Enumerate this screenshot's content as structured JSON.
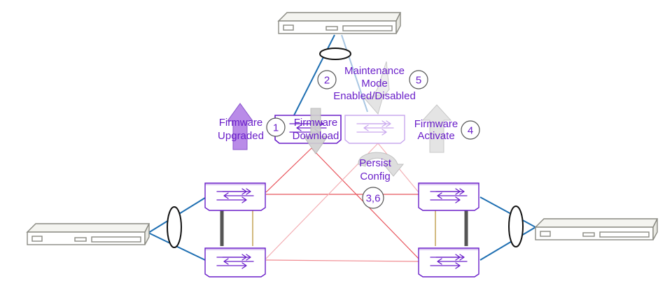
{
  "labels": {
    "firmware_upgraded": [
      "Firmware",
      "Upgraded"
    ],
    "firmware_download": [
      "Firmware",
      "Download"
    ],
    "maintenance_mode": [
      "Maintenance",
      "Mode",
      "Enabled/Disabled"
    ],
    "firmware_activate": [
      "Firmware",
      "Activate"
    ],
    "persist_config": [
      "Persist",
      "Config"
    ]
  },
  "steps": {
    "s1": "1",
    "s2": "2",
    "s3_6": "3,6",
    "s4": "4",
    "s5": "5"
  },
  "colors": {
    "accent": "#6a1fc9",
    "switch_border": "#6a1fc9",
    "switch_faded": "#c9a8ee",
    "link_blue": "#1f6fb2",
    "mesh_red": "#e8535b",
    "mesh_pink": "#f3b0b5",
    "server": "#8a8a82",
    "upgraded_arrow": "#b98be8"
  }
}
